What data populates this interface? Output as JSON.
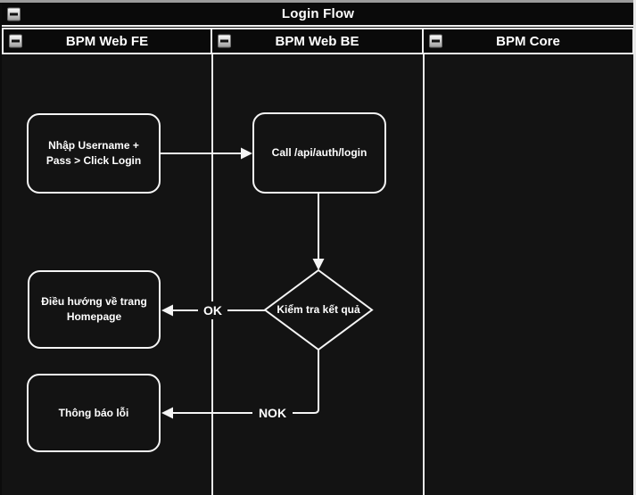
{
  "diagram": {
    "title": "Login Flow",
    "lanes": [
      {
        "label": "BPM Web FE"
      },
      {
        "label": "BPM Web BE"
      },
      {
        "label": "BPM Core"
      }
    ],
    "nodes": {
      "input_login": {
        "label": "Nhập Username +\nPass > Click Login"
      },
      "call_api": {
        "label": "Call /api/auth/login"
      },
      "check_result": {
        "label": "Kiểm tra kết quả"
      },
      "go_homepage": {
        "label": "Điều hướng về trang\nHomepage"
      },
      "error_message": {
        "label": "Thông báo lỗi"
      }
    },
    "edge_labels": {
      "ok": "OK",
      "nok": "NOK"
    },
    "icons": {
      "collapse": "minus"
    },
    "colors": {
      "canvas": "#131313",
      "panel": "#0a0a0a",
      "stroke": "#f5f5f5",
      "text": "#ffffff",
      "top_edge": "#9b9b9b"
    }
  }
}
